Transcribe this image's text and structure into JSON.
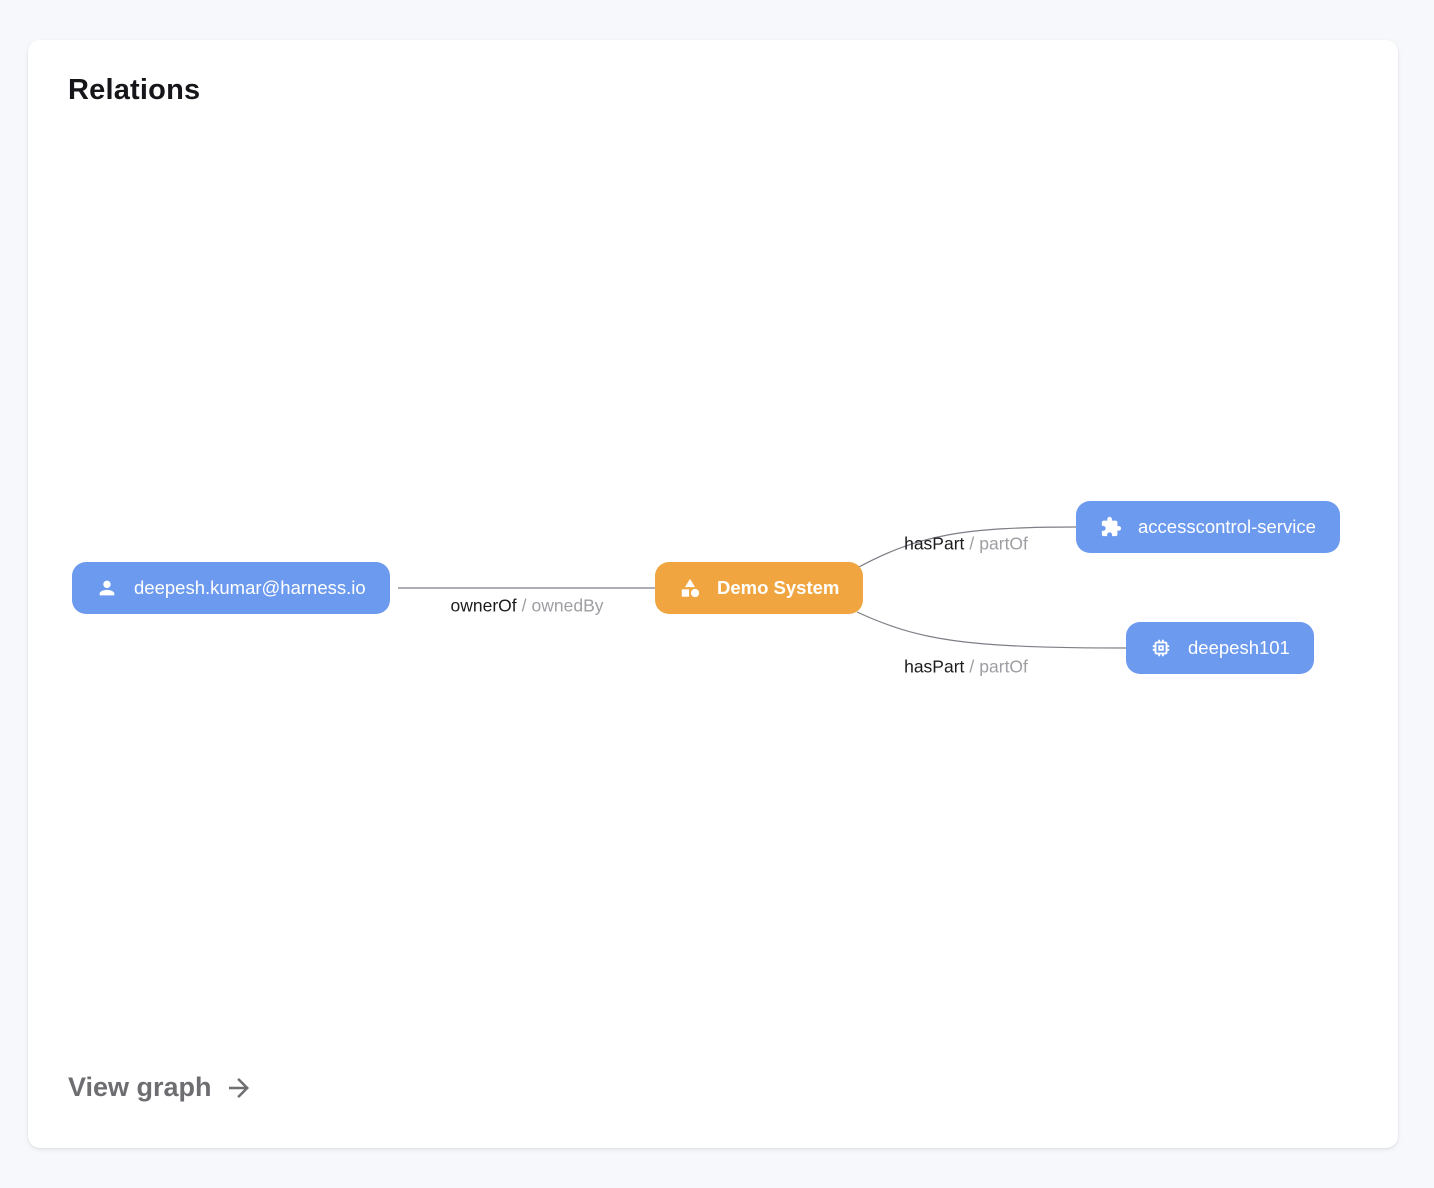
{
  "card": {
    "title": "Relations",
    "footer_link": "View graph"
  },
  "colors": {
    "background": "#F6F8FB",
    "card_background": "#FFFFFF",
    "node_blue": "#6C9AEF",
    "node_orange": "#F0A541",
    "node_text": "#FFFFFF",
    "edge_line": "#7E7E86",
    "edge_label_primary": "#1C1C1E",
    "edge_label_secondary": "#9E9EA3",
    "title_text": "#16161A",
    "footer_text": "#6D6D72"
  },
  "graph": {
    "nodes": [
      {
        "id": "user",
        "label": "deepesh.kumar@harness.io",
        "icon": "person-icon",
        "color": "blue"
      },
      {
        "id": "system",
        "label": "Demo System",
        "icon": "category-icon",
        "color": "orange"
      },
      {
        "id": "service",
        "label": "accesscontrol-service",
        "icon": "extension-icon",
        "color": "blue"
      },
      {
        "id": "component",
        "label": "deepesh101",
        "icon": "memory-icon",
        "color": "blue"
      }
    ],
    "edges": [
      {
        "from": "user",
        "to": "system",
        "label_primary": "ownerOf",
        "separator": "/",
        "label_secondary": "ownedBy"
      },
      {
        "from": "system",
        "to": "service",
        "label_primary": "hasPart",
        "separator": "/",
        "label_secondary": "partOf"
      },
      {
        "from": "system",
        "to": "component",
        "label_primary": "hasPart",
        "separator": "/",
        "label_secondary": "partOf"
      }
    ]
  }
}
